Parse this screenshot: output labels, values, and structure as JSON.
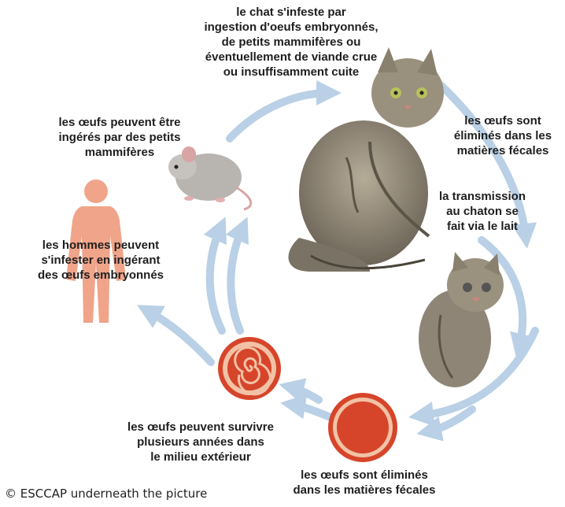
{
  "labels": {
    "cat_infection": "le chat s'infeste par\ningestion d'oeufs embryonnés,\nde petits mammifères ou\néventuellement de viande crue\nou insuffisamment cuite",
    "eggs_eliminated_top": "les œufs sont\néliminés dans les\nmatières fécales",
    "kitten_transmission": "la transmission\nau chaton se\nfait via le lait",
    "eggs_eaten_mammals": "les œufs peuvent être\ningérés par des petits\nmammifères",
    "humans_infection": "les hommes peuvent\ns'infester en ingérant\ndes œufs embryonnés",
    "eggs_survive": "les œufs peuvent survivre\nplusieurs années dans\nle milieu extérieur",
    "eggs_eliminated_bottom": "les œufs sont éliminés\ndans les matières fécales"
  },
  "credit": "© ESCCAP underneath the picture",
  "icons": [
    "cat",
    "kitten",
    "mouse",
    "human-silhouette",
    "embryonated-egg",
    "fresh-egg"
  ],
  "colors": {
    "arrow": "#b9d0e6",
    "egg_outer": "#d6452a",
    "egg_inner": "#f2c2a6",
    "human": "#f0a489",
    "cat_fur": "#8f8676"
  }
}
